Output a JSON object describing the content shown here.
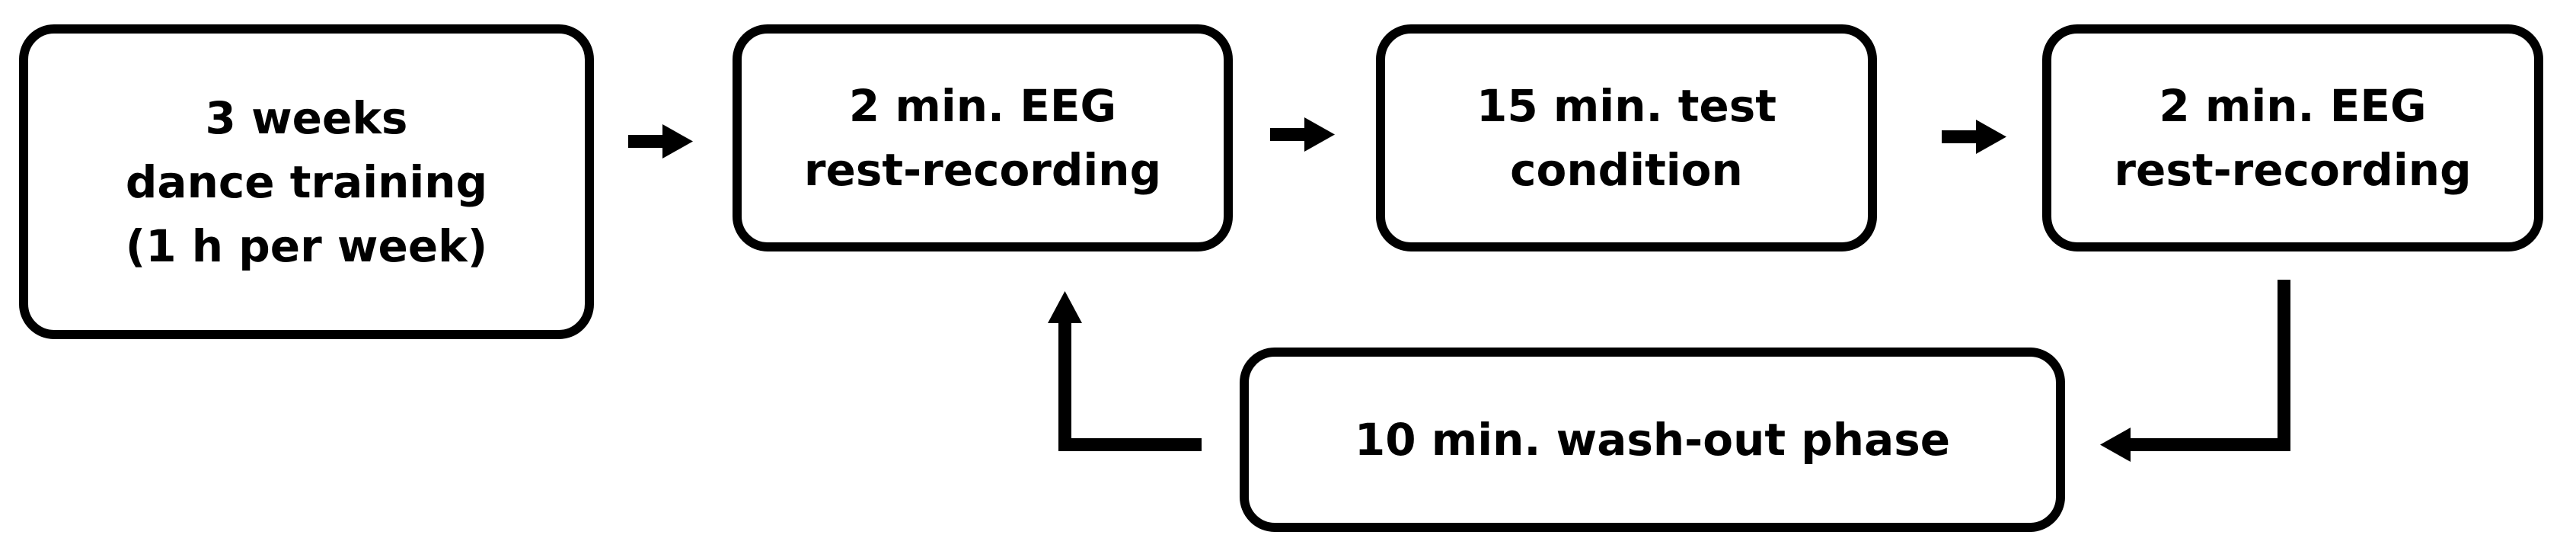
{
  "boxes": {
    "training": [
      "3 weeks",
      "dance training",
      "(1 h per week)"
    ],
    "eeg_rest_1": [
      "2 min. EEG",
      "rest-recording"
    ],
    "test": [
      "15 min. test",
      "condition"
    ],
    "eeg_rest_2": [
      "2 min. EEG",
      "rest-recording"
    ],
    "washout": [
      "10 min. wash-out phase"
    ]
  }
}
